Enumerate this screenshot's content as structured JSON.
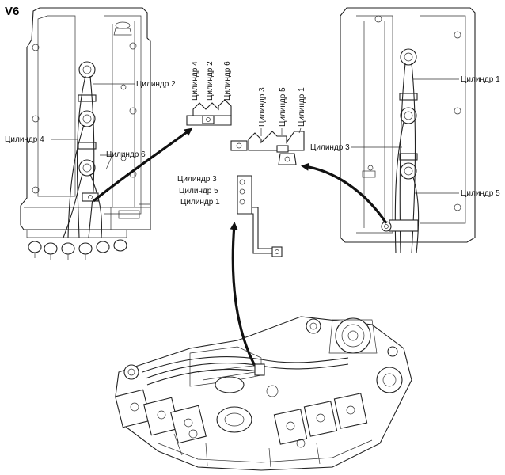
{
  "title": "V6",
  "left_head": {
    "labels": [
      "Цилиндр 2",
      "Цилиндр 4",
      "Цилиндр 6"
    ]
  },
  "right_head": {
    "labels": [
      "Цилиндр 1",
      "Цилиндр 3",
      "Цилиндр 5"
    ]
  },
  "clamp_even": {
    "labels": [
      "Цилиндр 4",
      "Цилиндр 2",
      "Цилиндр 6"
    ]
  },
  "clamp_odd": {
    "labels": [
      "Цилиндр 3",
      "Цилиндр 5",
      "Цилиндр 1"
    ]
  },
  "bracket": {
    "labels": [
      "Цилиндр 3",
      "Цилиндр 5",
      "Цилиндр 1"
    ]
  }
}
